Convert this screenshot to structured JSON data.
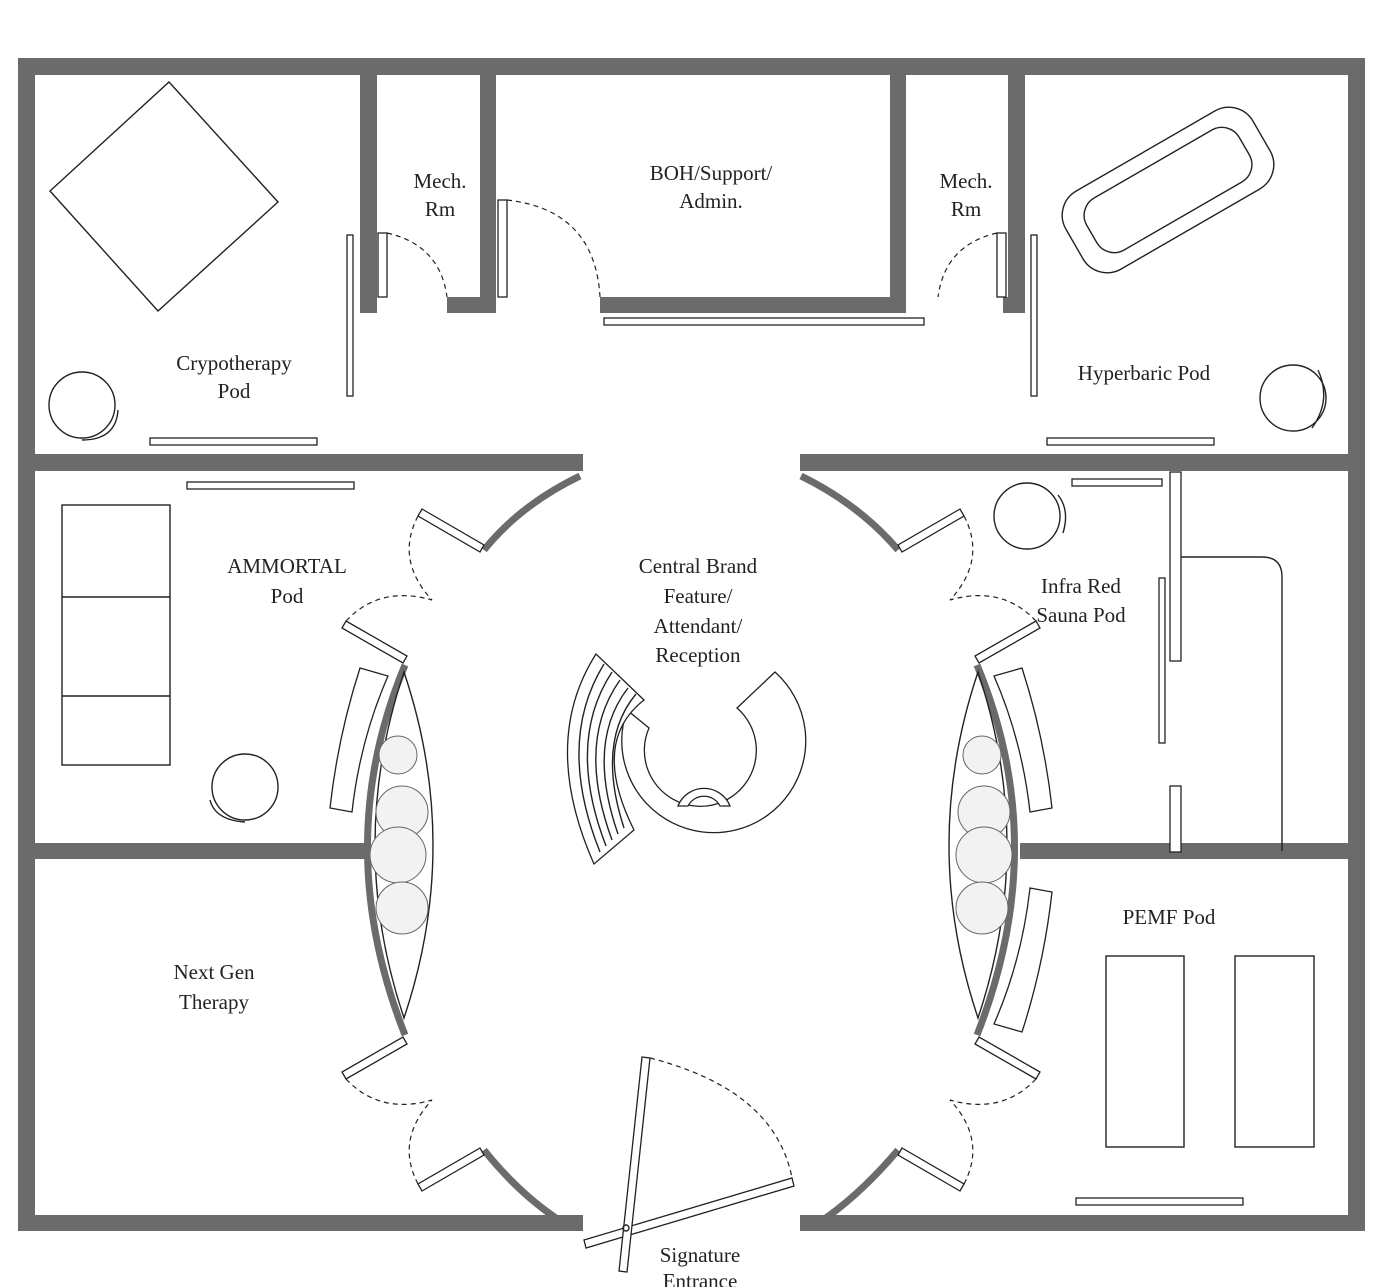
{
  "rooms": {
    "cryotherapy": [
      "Crypotherapy",
      "Pod"
    ],
    "mech_left": [
      "Mech.",
      "Rm"
    ],
    "boh": [
      "BOH/Support/",
      "Admin."
    ],
    "mech_right": [
      "Mech.",
      "Rm"
    ],
    "hyperbaric": [
      "Hyperbaric Pod"
    ],
    "ammortal": [
      "AMMORTAL",
      "Pod"
    ],
    "central": [
      "Central Brand",
      "Feature/",
      "Attendant/",
      "Reception"
    ],
    "infrared": [
      "Infra Red",
      "Sauna Pod"
    ],
    "nextgen": [
      "Next Gen",
      "Therapy"
    ],
    "pemf": [
      "PEMF Pod"
    ],
    "entrance": [
      "Signature",
      "Entrance"
    ]
  },
  "colors": {
    "wall": "#6b6b6b",
    "line": "#222222",
    "background": "#ffffff"
  }
}
